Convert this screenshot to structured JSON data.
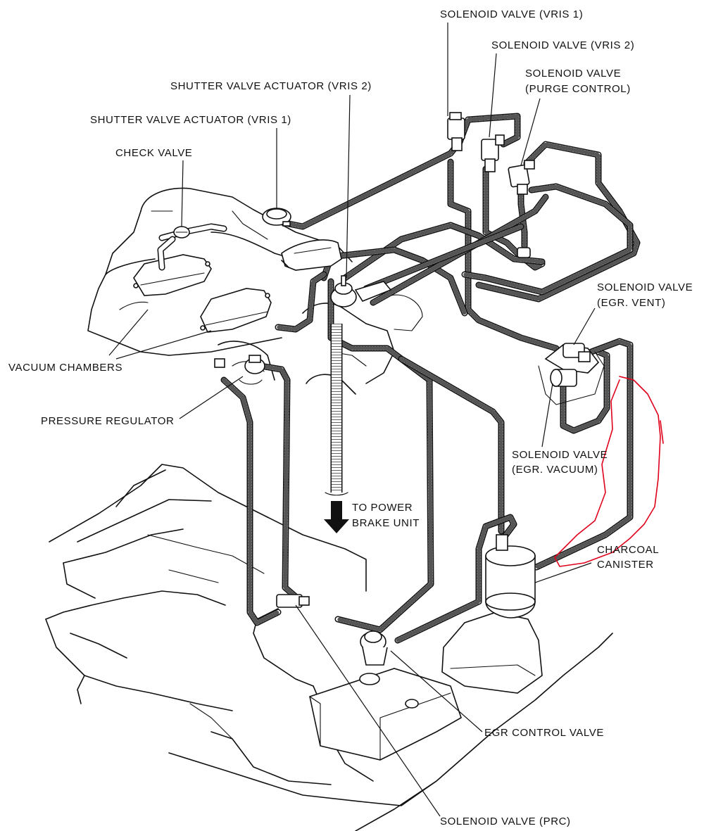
{
  "labels": {
    "solenoid_vris1": "SOLENOID VALVE (VRIS 1)",
    "solenoid_vris2": "SOLENOID VALVE (VRIS 2)",
    "solenoid_purge_line1": "SOLENOID VALVE",
    "solenoid_purge_line2": "(PURGE CONTROL)",
    "shutter_vris2": "SHUTTER VALVE ACTUATOR (VRIS 2)",
    "shutter_vris1": "SHUTTER VALVE ACTUATOR (VRIS 1)",
    "check_valve": "CHECK VALVE",
    "solenoid_egr_vent_line1": "SOLENOID VALVE",
    "solenoid_egr_vent_line2": "(EGR. VENT)",
    "vacuum_chambers": "VACUUM CHAMBERS",
    "pressure_regulator": "PRESSURE REGULATOR",
    "solenoid_egr_vacuum_line1": "SOLENOID VALVE",
    "solenoid_egr_vacuum_line2": "(EGR. VACUUM)",
    "power_brake_line1": "TO POWER",
    "power_brake_line2": "BRAKE UNIT",
    "charcoal_line1": "CHARCOAL",
    "charcoal_line2": "CANISTER",
    "egr_control_valve": "EGR CONTROL VALVE",
    "solenoid_prc": "SOLENOID VALVE (PRC)"
  },
  "colors": {
    "ink": "#111111",
    "annotation": "#e0001b",
    "background": "#ffffff"
  }
}
